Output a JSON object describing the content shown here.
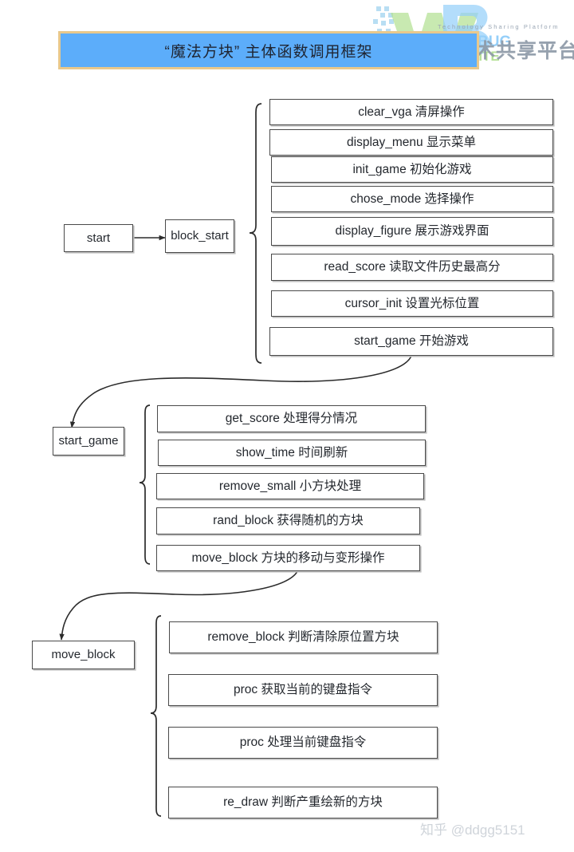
{
  "watermark": {
    "logo_mark": "wb-logo-icon",
    "logo_top": "W",
    "logo_b": "B",
    "logo_bug": "BUG",
    "logo_write": "WRITE",
    "tagline": "Technology Sharing Platform",
    "cn_name": "技术共享平台"
  },
  "title": {
    "text": "“魔法方块”  主体函数调用框架",
    "fill_color": "#5cadfa",
    "border_color": "#e8c88c"
  },
  "nodes": {
    "start": "start",
    "block_start": "block_start",
    "start_game": "start_game",
    "move_block": "move_block"
  },
  "groups": [
    {
      "parent": "block_start",
      "items": [
        "clear_vga 清屏操作",
        "display_menu 显示菜单",
        "init_game 初始化游戏",
        "chose_mode 选择操作",
        "display_figure 展示游戏界面",
        "read_score 读取文件历史最高分",
        "cursor_init 设置光标位置",
        "start_game 开始游戏"
      ]
    },
    {
      "parent": "start_game",
      "items": [
        "get_score 处理得分情况",
        "show_time 时间刷新",
        "remove_small 小方块处理",
        "rand_block 获得随机的方块",
        "move_block 方块的移动与变形操作"
      ]
    },
    {
      "parent": "move_block",
      "items": [
        "remove_block 判断清除原位置方块",
        "proc   获取当前的键盘指令",
        "proc 处理当前键盘指令",
        "re_draw 判断产重绘新的方块"
      ]
    }
  ],
  "credit": "知乎 @ddgg5151"
}
